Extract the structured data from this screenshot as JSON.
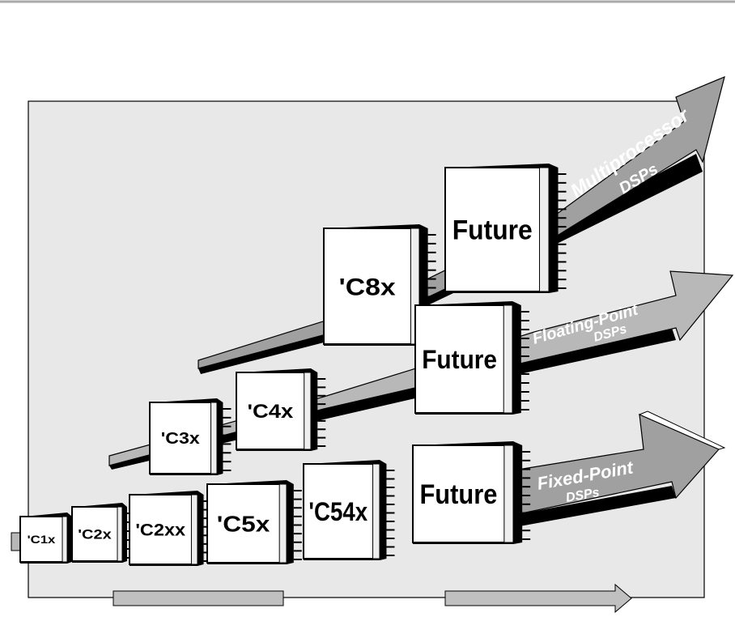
{
  "colors": {
    "frame_fill": "#e8e8e8",
    "arrow_fill": "#a0a0a0",
    "band_fill": "#b8b8b8",
    "chip_fill": "#ffffff",
    "outline": "#000000"
  },
  "arrows": {
    "multiprocessor": {
      "line1": "Multiprocessor",
      "line2": "DSPs"
    },
    "floating": {
      "line1": "Floating-Point",
      "line2": "DSPs"
    },
    "fixed": {
      "line1": "Fixed-Point",
      "line2": "DSPs"
    }
  },
  "chips": {
    "c1x": "'C1x",
    "c2x": "'C2x",
    "c2xx": "'C2xx",
    "c5x": "'C5x",
    "c54x": "'C54x",
    "future_fixed": "Future",
    "c3x": "'C3x",
    "c4x": "'C4x",
    "future_float": "Future",
    "c8x": "'C8x",
    "future_multi": "Future"
  }
}
